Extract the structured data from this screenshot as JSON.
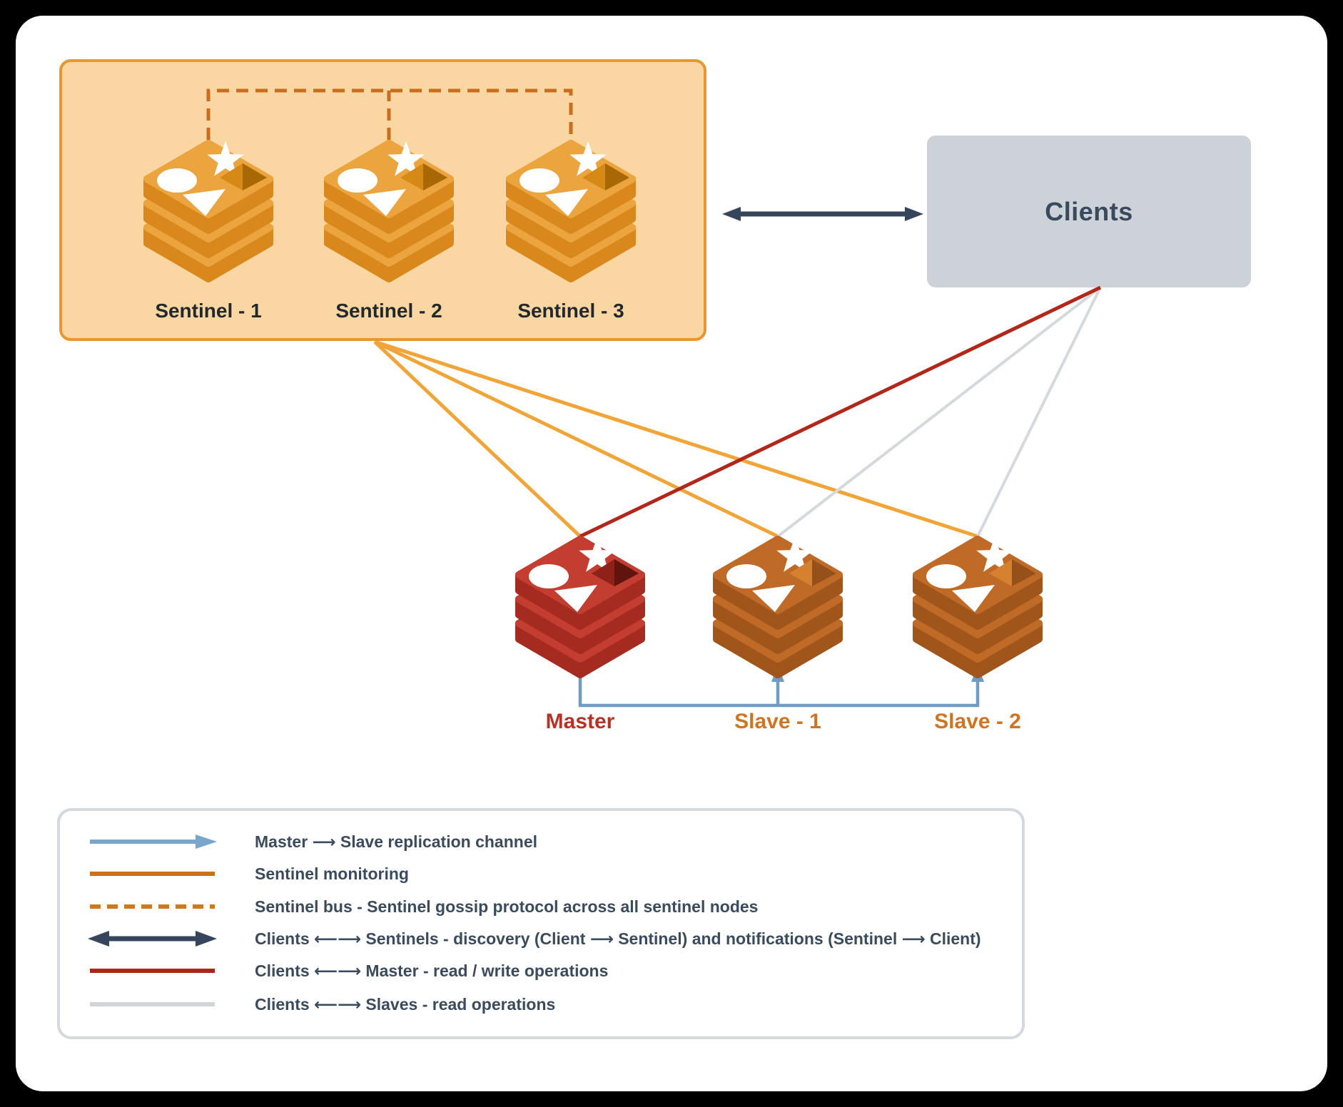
{
  "sentinel_box": {
    "nodes": [
      {
        "label": "Sentinel - 1"
      },
      {
        "label": "Sentinel - 2"
      },
      {
        "label": "Sentinel - 3"
      }
    ],
    "bg": "#FAD7A2",
    "border": "#E8962E",
    "label_color": "#23282D"
  },
  "clients_box": {
    "label": "Clients",
    "bg": "#CDD2D9",
    "text_color": "#3A4A5E"
  },
  "data_nodes": [
    {
      "label": "Master",
      "label_color": "#B43327",
      "stack": "master"
    },
    {
      "label": "Slave - 1",
      "label_color": "#D0741F",
      "stack": "slave"
    },
    {
      "label": "Slave - 2",
      "label_color": "#D0741F",
      "stack": "slave"
    }
  ],
  "stacks": {
    "sentinel": {
      "face": "#ECA43E",
      "side": "#D9881C",
      "hole_light": "#D68A15",
      "hole_dark": "#A96806"
    },
    "master": {
      "face": "#C33D31",
      "side": "#A52A20",
      "hole_light": "#8E2218",
      "hole_dark": "#5F150E"
    },
    "slave": {
      "face": "#C06A27",
      "side": "#A0561B",
      "hole_light": "#D5812F",
      "hole_dark": "#96501A"
    }
  },
  "connections": {
    "sentinel_monitoring": "#F1A437",
    "sentinel_bus": "#C96E1F",
    "client_sentinel": "#36455B",
    "client_master": "#B1271A",
    "client_slaves": "#D4D9DE",
    "replication": "#6E9CC4"
  },
  "legend": {
    "items": [
      {
        "swatch": "arrow-right",
        "color": "#7AA6CB",
        "text": "Master  ⟶  Slave replication channel"
      },
      {
        "swatch": "line",
        "color": "#C8701D",
        "text": "Sentinel monitoring"
      },
      {
        "swatch": "dashed",
        "color": "#CC7A1F",
        "text": "Sentinel bus - Sentinel gossip protocol across all sentinel nodes"
      },
      {
        "swatch": "arrow-both",
        "color": "#36455B",
        "text": "Clients ⟵⟶ Sentinels - discovery (Client ⟶ Sentinel) and notifications (Sentinel ⟶ Client)"
      },
      {
        "swatch": "line",
        "color": "#B02418",
        "text": "Clients ⟵⟶ Master - read / write operations"
      },
      {
        "swatch": "line",
        "color": "#CFD6DB",
        "text": "Clients ⟵⟶ Slaves - read operations"
      }
    ]
  }
}
